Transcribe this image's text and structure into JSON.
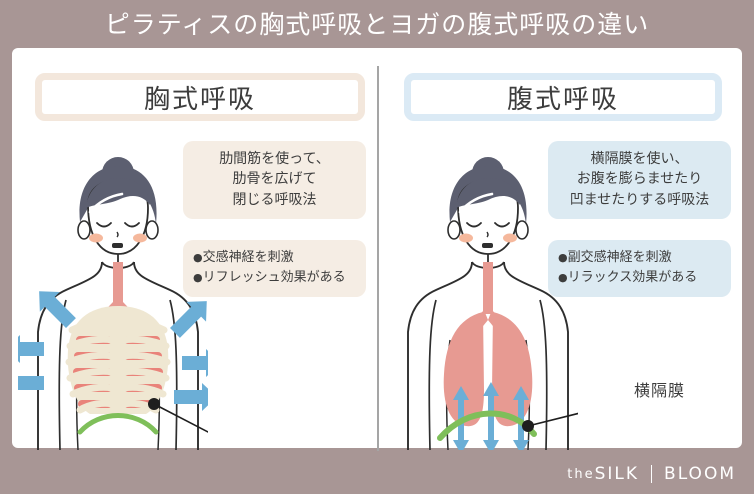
{
  "title": "ピラティスの胸式呼吸とヨガの腹式呼吸の違い",
  "colors": {
    "background": "#A89695",
    "card": "#FFFFFF",
    "left_accent": "#F3E7DC",
    "left_box": "#F5EDE4",
    "right_accent": "#DBEAF5",
    "right_box": "#DCEAF2",
    "arrow_blue": "#6BAED6",
    "diaphragm_green": "#7FBF5A",
    "lung_pink": "#E79A92",
    "rib_cream": "#EFE7D2",
    "hair": "#5C5F70",
    "cheek": "#F5B89C",
    "outline": "#2E2E2E",
    "divider": "#A5A5A5",
    "text": "#3D3D3D"
  },
  "panels": {
    "left": {
      "heading": "胸式呼吸",
      "description_lines": [
        "肋間筋を使って、",
        "肋骨を広げて",
        "閉じる呼吸法"
      ],
      "bullets": [
        "交感神経を刺激",
        "リフレッシュ効果がある"
      ],
      "callout_label": ""
    },
    "right": {
      "heading": "腹式呼吸",
      "description_lines": [
        "横隔膜を使い、",
        "お腹を膨らませたり",
        "凹ませたりする呼吸法"
      ],
      "bullets": [
        "副交感神経を刺激",
        "リラックス効果がある"
      ],
      "callout_label": "横隔膜"
    }
  },
  "footer": {
    "brand_prefix": "the",
    "brand_main": "SILK",
    "brand_second": "BLOOM"
  }
}
